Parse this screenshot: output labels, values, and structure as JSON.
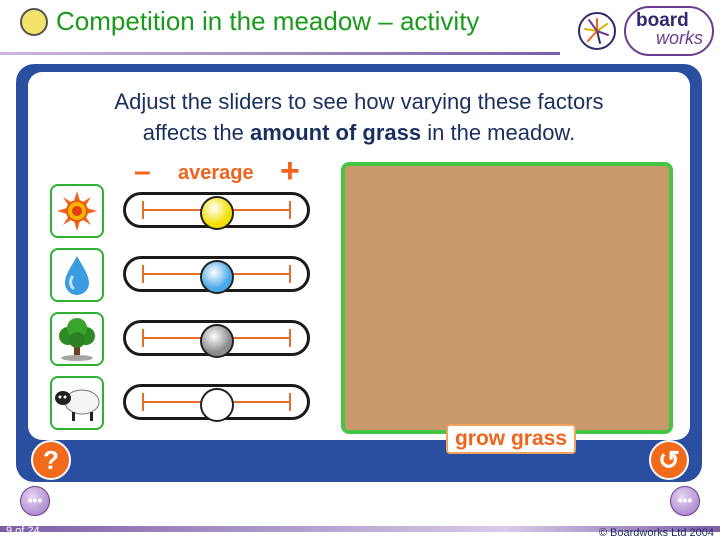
{
  "header": {
    "title": "Competition in the meadow – activity",
    "logo_word_1": "board",
    "logo_word_2": "works"
  },
  "main": {
    "instruction_line_1": "Adjust the sliders to see how varying these factors",
    "instruction_line_2_prefix": "affects the ",
    "instruction_line_2_bold": "amount of grass",
    "instruction_line_2_suffix": " in the meadow.",
    "scale": {
      "minus": "–",
      "label": "average",
      "plus": "+"
    },
    "factors": [
      {
        "icon": "sun-icon",
        "knob_color": "#f2e100",
        "level": 0.5
      },
      {
        "icon": "water-drop-icon",
        "knob_color": "#4aa9e8",
        "level": 0.5
      },
      {
        "icon": "tree-icon",
        "knob_color": "#8c8c8c",
        "level": 0.5
      },
      {
        "icon": "sheep-icon",
        "knob_color": "#ffffff",
        "level": 0.5
      }
    ],
    "grass_box_color": "#c9996b",
    "grow_button": "grow grass",
    "help_button": "?",
    "reset_button": "↺"
  },
  "footer": {
    "page": "9 of 24",
    "copyright": "© Boardworks Ltd 2004",
    "prev": "•••",
    "next": "•••"
  },
  "colors": {
    "accent": "#f0641e",
    "panel": "#2a4fa0",
    "title": "#1a9a1a",
    "border_green": "#2eb12e"
  }
}
